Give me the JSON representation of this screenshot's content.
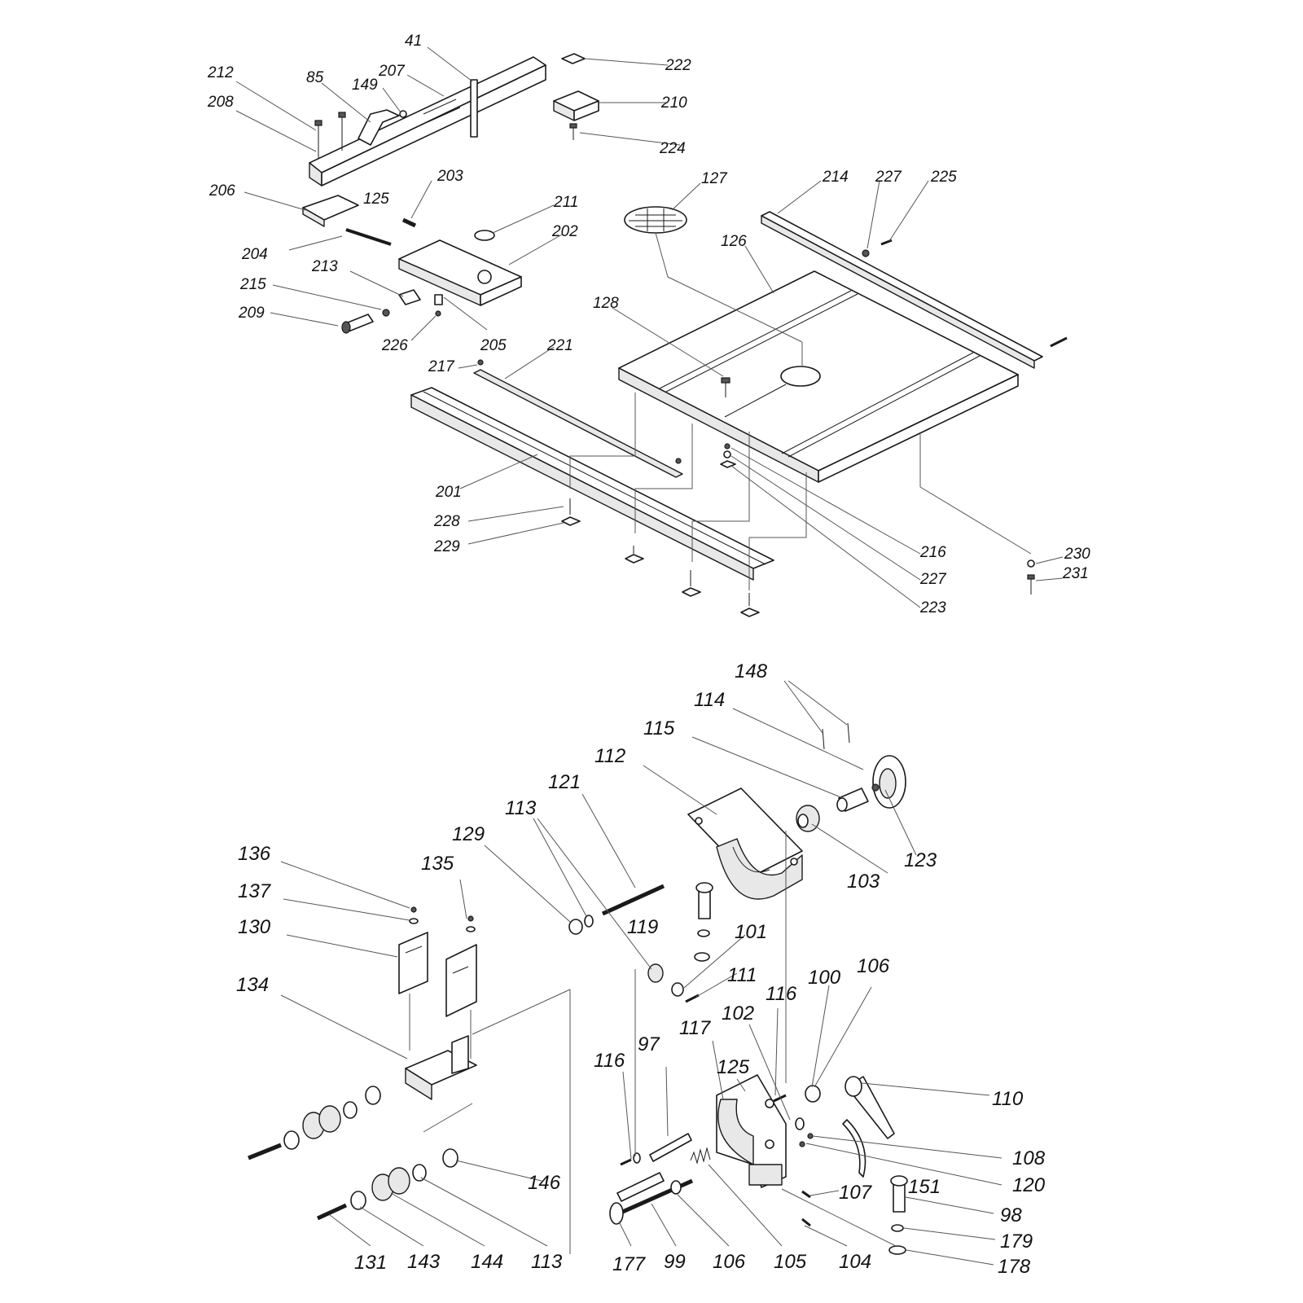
{
  "callouts": [
    {
      "id": "c41",
      "label": "41",
      "size": "sm"
    },
    {
      "id": "c85",
      "label": "85",
      "size": "sm"
    },
    {
      "id": "c149",
      "label": "149",
      "size": "sm"
    },
    {
      "id": "c207",
      "label": "207",
      "size": "sm"
    },
    {
      "id": "c212",
      "label": "212",
      "size": "sm"
    },
    {
      "id": "c208",
      "label": "208",
      "size": "sm"
    },
    {
      "id": "c222",
      "label": "222",
      "size": "sm"
    },
    {
      "id": "c210",
      "label": "210",
      "size": "sm"
    },
    {
      "id": "c224",
      "label": "224",
      "size": "sm"
    },
    {
      "id": "c206",
      "label": "206",
      "size": "sm"
    },
    {
      "id": "c125a",
      "label": "125",
      "size": "sm"
    },
    {
      "id": "c203",
      "label": "203",
      "size": "sm"
    },
    {
      "id": "c211",
      "label": "211",
      "size": "sm"
    },
    {
      "id": "c202",
      "label": "202",
      "size": "sm"
    },
    {
      "id": "c204",
      "label": "204",
      "size": "sm"
    },
    {
      "id": "c213",
      "label": "213",
      "size": "sm"
    },
    {
      "id": "c215",
      "label": "215",
      "size": "sm"
    },
    {
      "id": "c209",
      "label": "209",
      "size": "sm"
    },
    {
      "id": "c226",
      "label": "226",
      "size": "sm"
    },
    {
      "id": "c205",
      "label": "205",
      "size": "sm"
    },
    {
      "id": "c127",
      "label": "127",
      "size": "sm"
    },
    {
      "id": "c214",
      "label": "214",
      "size": "sm"
    },
    {
      "id": "c227a",
      "label": "227",
      "size": "sm"
    },
    {
      "id": "c225",
      "label": "225",
      "size": "sm"
    },
    {
      "id": "c126",
      "label": "126",
      "size": "sm"
    },
    {
      "id": "c128",
      "label": "128",
      "size": "sm"
    },
    {
      "id": "c217",
      "label": "217",
      "size": "sm"
    },
    {
      "id": "c221",
      "label": "221",
      "size": "sm"
    },
    {
      "id": "c201",
      "label": "201",
      "size": "sm"
    },
    {
      "id": "c228",
      "label": "228",
      "size": "sm"
    },
    {
      "id": "c229",
      "label": "229",
      "size": "sm"
    },
    {
      "id": "c216",
      "label": "216",
      "size": "sm"
    },
    {
      "id": "c227b",
      "label": "227",
      "size": "sm"
    },
    {
      "id": "c223",
      "label": "223",
      "size": "sm"
    },
    {
      "id": "c230",
      "label": "230",
      "size": "sm"
    },
    {
      "id": "c231",
      "label": "231",
      "size": "sm"
    },
    {
      "id": "c148",
      "label": "148",
      "size": "lg"
    },
    {
      "id": "c114",
      "label": "114",
      "size": "lg"
    },
    {
      "id": "c115",
      "label": "115",
      "size": "lg"
    },
    {
      "id": "c112",
      "label": "112",
      "size": "lg"
    },
    {
      "id": "c121",
      "label": "121",
      "size": "lg"
    },
    {
      "id": "c113a",
      "label": "113",
      "size": "lg"
    },
    {
      "id": "c129",
      "label": "129",
      "size": "lg"
    },
    {
      "id": "c136",
      "label": "136",
      "size": "lg"
    },
    {
      "id": "c135",
      "label": "135",
      "size": "lg"
    },
    {
      "id": "c137",
      "label": "137",
      "size": "lg"
    },
    {
      "id": "c130",
      "label": "130",
      "size": "lg"
    },
    {
      "id": "c134",
      "label": "134",
      "size": "lg"
    },
    {
      "id": "c123",
      "label": "123",
      "size": "lg"
    },
    {
      "id": "c103",
      "label": "103",
      "size": "lg"
    },
    {
      "id": "c119",
      "label": "119",
      "size": "lg"
    },
    {
      "id": "c101",
      "label": "101",
      "size": "lg"
    },
    {
      "id": "c111",
      "label": "111",
      "size": "lg"
    },
    {
      "id": "c100",
      "label": "100",
      "size": "lg"
    },
    {
      "id": "c106a",
      "label": "106",
      "size": "lg"
    },
    {
      "id": "c116a",
      "label": "116",
      "size": "lg"
    },
    {
      "id": "c102",
      "label": "102",
      "size": "lg"
    },
    {
      "id": "c117",
      "label": "117",
      "size": "lg"
    },
    {
      "id": "c116b",
      "label": "116",
      "size": "lg"
    },
    {
      "id": "c97",
      "label": "97",
      "size": "lg"
    },
    {
      "id": "c125b",
      "label": "125",
      "size": "lg"
    },
    {
      "id": "c110",
      "label": "110",
      "size": "lg"
    },
    {
      "id": "c108",
      "label": "108",
      "size": "lg"
    },
    {
      "id": "c120",
      "label": "120",
      "size": "lg"
    },
    {
      "id": "c146",
      "label": "146",
      "size": "lg"
    },
    {
      "id": "c107",
      "label": "107",
      "size": "lg"
    },
    {
      "id": "c151",
      "label": "151",
      "size": "lg"
    },
    {
      "id": "c98",
      "label": "98",
      "size": "lg"
    },
    {
      "id": "c179",
      "label": "179",
      "size": "lg"
    },
    {
      "id": "c178",
      "label": "178",
      "size": "lg"
    },
    {
      "id": "c131",
      "label": "131",
      "size": "lg"
    },
    {
      "id": "c143",
      "label": "143",
      "size": "lg"
    },
    {
      "id": "c144",
      "label": "144",
      "size": "lg"
    },
    {
      "id": "c113b",
      "label": "113",
      "size": "lg"
    },
    {
      "id": "c177",
      "label": "177",
      "size": "lg"
    },
    {
      "id": "c99",
      "label": "99",
      "size": "lg"
    },
    {
      "id": "c106b",
      "label": "106",
      "size": "lg"
    },
    {
      "id": "c105",
      "label": "105",
      "size": "lg"
    },
    {
      "id": "c104",
      "label": "104",
      "size": "lg"
    }
  ]
}
